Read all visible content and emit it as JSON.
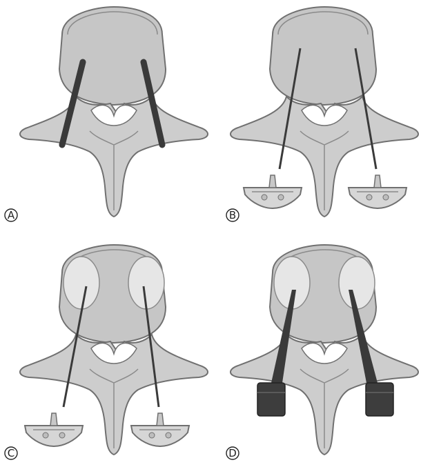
{
  "panels": [
    {
      "id": "A",
      "label": "A",
      "instrument": "pedicle-screw"
    },
    {
      "id": "B",
      "label": "B",
      "instrument": "guide-needle"
    },
    {
      "id": "C",
      "label": "C",
      "instrument": "guide-needle-cavity"
    },
    {
      "id": "D",
      "label": "D",
      "instrument": "screw-in-cavity"
    }
  ],
  "colors": {
    "bone": "#cfcfcf",
    "bone_edge": "#6f6f6f",
    "body_fill": "#c4c4c4",
    "cavity": "#e8e8e8",
    "metal": "#3a3a3a",
    "handle": "#d8d8d8"
  }
}
